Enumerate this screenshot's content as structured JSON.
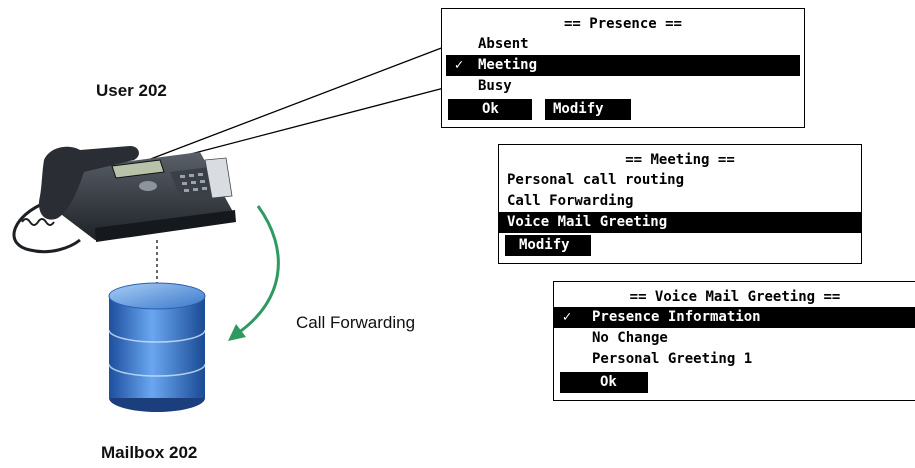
{
  "user_label": "User 202",
  "mailbox_label": "Mailbox 202",
  "arrow_label": "Call Forwarding",
  "panels": {
    "presence": {
      "title": "== Presence ==",
      "items": [
        {
          "label": "Absent",
          "selected": false,
          "checked": false
        },
        {
          "label": "Meeting",
          "selected": true,
          "checked": true
        },
        {
          "label": "Busy",
          "selected": false,
          "checked": false
        }
      ],
      "buttons": [
        "Ok",
        "Modify"
      ]
    },
    "meeting": {
      "title": "== Meeting ==",
      "items": [
        {
          "label": "Personal call routing",
          "selected": false
        },
        {
          "label": "Call Forwarding",
          "selected": false
        },
        {
          "label": "Voice Mail Greeting",
          "selected": true
        }
      ],
      "buttons": [
        "Modify"
      ]
    },
    "voicemail": {
      "title": "== Voice Mail Greeting ==",
      "items": [
        {
          "label": "Presence Information",
          "selected": true,
          "checked": true
        },
        {
          "label": "No Change",
          "selected": false,
          "checked": false
        },
        {
          "label": "Personal Greeting 1",
          "selected": false,
          "checked": false
        }
      ],
      "buttons": [
        "Ok"
      ]
    }
  },
  "check_glyph": "✓",
  "colors": {
    "arrow": "#2e9a62",
    "database": "#2f6fc4",
    "phone": "#2b2f36"
  },
  "icons": [
    "desk-phone-icon",
    "database-icon",
    "curved-arrow-icon"
  ]
}
